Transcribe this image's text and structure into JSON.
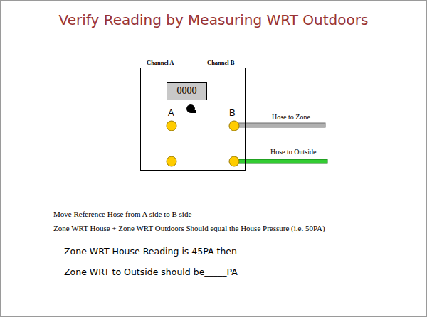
{
  "diagram": {
    "title": "Verify Reading by Measuring WRT Outdoors",
    "nodes": [
      {
        "text": [
          "Channel A",
          "Channel B",
          "A",
          "B"
        ]
      },
      {
        "text": [
          "0000"
        ],
        "in": 0
      }
    ],
    "labels": [
      "Hose to Zone",
      "Hose to Outside",
      "Move Reference Hose from A side to B side",
      "Zone WRT House + Zone WRT Outdoors Should equal the House Pressure (i.e. 50PA)",
      "Zone WRT House Reading is 45PA then",
      "Zone WRT to Outside should be_____PA"
    ]
  }
}
